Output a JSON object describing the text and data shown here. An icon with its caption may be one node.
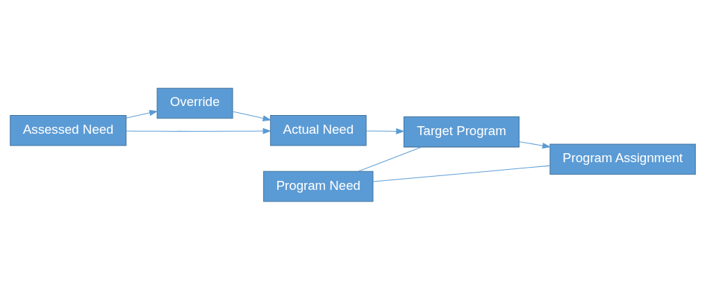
{
  "diagram": {
    "nodes": [
      {
        "text": [
          "Override"
        ]
      },
      {
        "text": [
          "Assessed Need"
        ]
      },
      {
        "text": [
          "Actual Need"
        ]
      },
      {
        "text": [
          "Target Program"
        ]
      },
      {
        "text": [
          "Program Assignment"
        ]
      },
      {
        "text": [
          "Program Need"
        ]
      }
    ],
    "edges": [
      {
        "from": 1,
        "to": 0,
        "arrow": "to"
      },
      {
        "from": 0,
        "to": 2,
        "arrow": "to"
      },
      {
        "from": 1,
        "to": 2,
        "arrow": "to"
      },
      {
        "from": 2,
        "to": 3,
        "arrow": "to"
      },
      {
        "from": 3,
        "to": 4,
        "arrow": "to"
      },
      {
        "from": 5,
        "to": 3,
        "arrow": "none"
      },
      {
        "from": 5,
        "to": 4,
        "arrow": "none"
      }
    ]
  }
}
